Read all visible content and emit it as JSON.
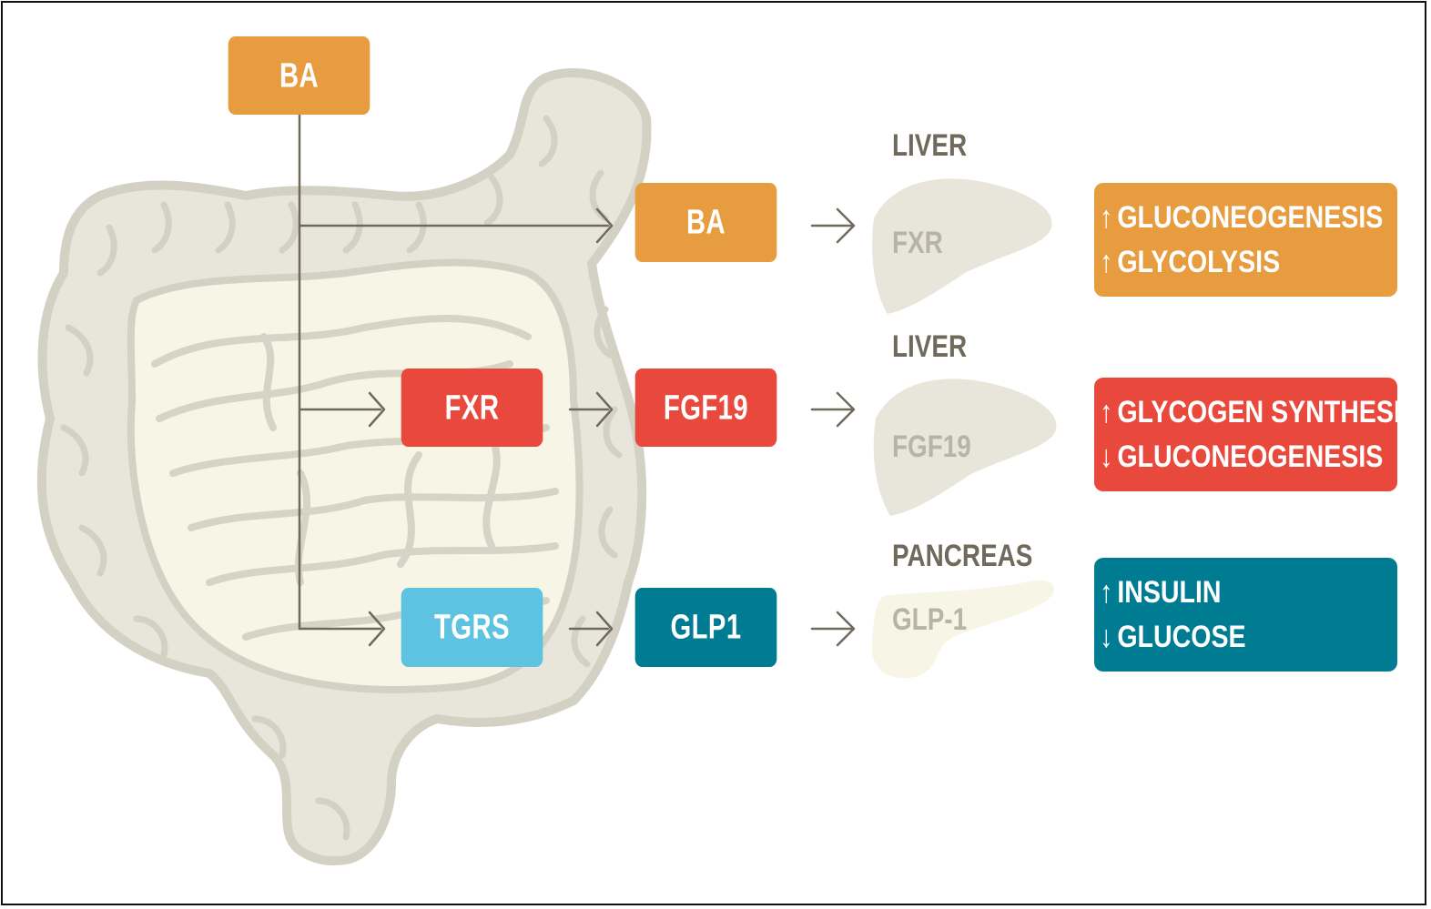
{
  "colors": {
    "orange": "#e89c40",
    "red": "#e8493c",
    "light_blue": "#5dc3e1",
    "teal": "#007c92",
    "connector": "#6f6a5c",
    "organ_fill": "#e8e6da",
    "intestine_fill": "#f7f5e6",
    "intestine_outline": "#d6d3c7"
  },
  "icons": [
    "intestine-illustration",
    "liver-icon",
    "pancreas-icon",
    "arrow-right-icon"
  ],
  "nodes": {
    "ba_source": "BA",
    "ba_target": "BA",
    "fxr": "FXR",
    "fgf19": "FGF19",
    "tgrs": "TGRS",
    "glp1": "GLP1"
  },
  "organs": [
    {
      "title": "LIVER",
      "signal": "FXR"
    },
    {
      "title": "LIVER",
      "signal": "FGF19"
    },
    {
      "title": "PANCREAS",
      "signal": "GLP-1"
    }
  ],
  "effects": [
    {
      "lines": [
        {
          "dir": "↑",
          "text": "GLUCONEOGENESIS"
        },
        {
          "dir": "↑",
          "text": "GLYCOLYSIS"
        }
      ]
    },
    {
      "lines": [
        {
          "dir": "↑",
          "text": "GLYCOGEN SYNTHESIS"
        },
        {
          "dir": "↓",
          "text": "GLUCONEOGENESIS"
        }
      ]
    },
    {
      "lines": [
        {
          "dir": "↑",
          "text": "INSULIN"
        },
        {
          "dir": "↓",
          "text": "GLUCOSE"
        }
      ]
    }
  ]
}
